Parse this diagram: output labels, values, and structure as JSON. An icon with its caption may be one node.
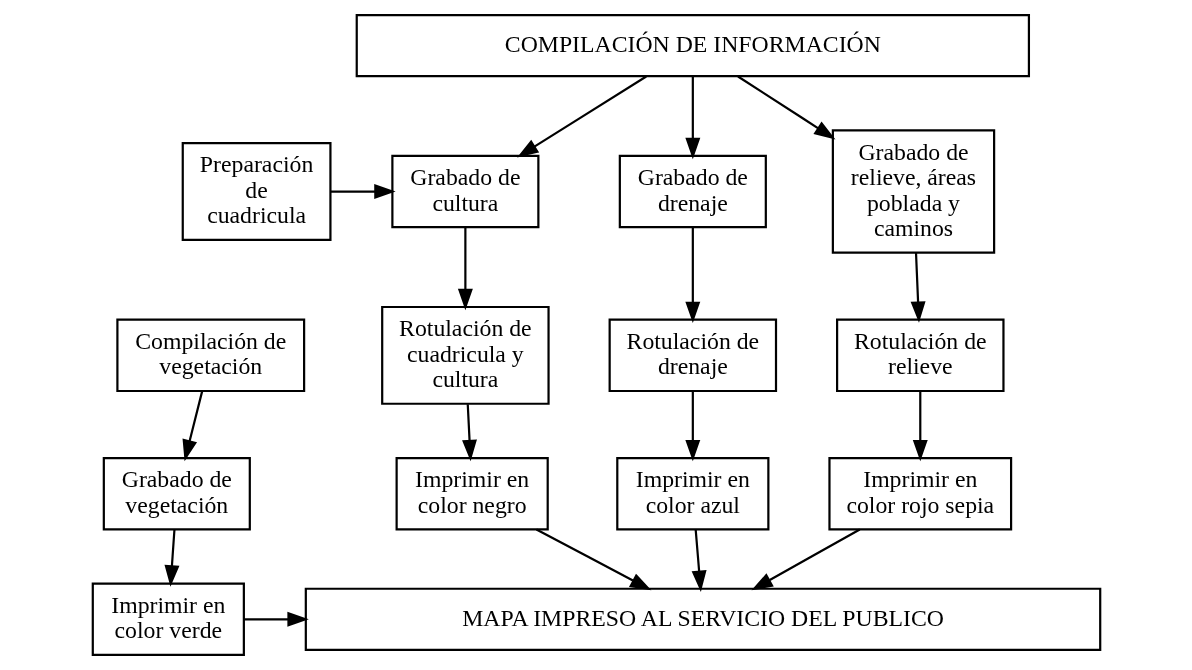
{
  "diagram": {
    "nodes": [
      {
        "text": [
          "COMPILACIÓN DE INFORMACIÓN"
        ]
      },
      {
        "text": [
          "Preparación de cuadricula"
        ]
      },
      {
        "text": [
          "Grabado de cultura"
        ]
      },
      {
        "text": [
          "Grabado de drenaje"
        ]
      },
      {
        "text": [
          "Grabado de relieve, áreas poblada y caminos"
        ]
      },
      {
        "text": [
          "Compilación de vegetación"
        ]
      },
      {
        "text": [
          "Rotulación de cuadricula y cultura"
        ]
      },
      {
        "text": [
          "Rotulación de drenaje"
        ]
      },
      {
        "text": [
          "Rotulación de relieve"
        ]
      },
      {
        "text": [
          "Grabado de vegetación"
        ]
      },
      {
        "text": [
          "Imprimir en color negro"
        ]
      },
      {
        "text": [
          "Imprimir en color azul"
        ]
      },
      {
        "text": [
          "Imprimir en color rojo sepia"
        ]
      },
      {
        "text": [
          "Imprimir en color verde"
        ]
      },
      {
        "text": [
          "MAPA IMPRESO AL SERVICIO DEL PUBLICO"
        ]
      }
    ],
    "edges": [
      {
        "from": 0,
        "to": 2,
        "arrow": "to"
      },
      {
        "from": 0,
        "to": 3,
        "arrow": "to"
      },
      {
        "from": 0,
        "to": 4,
        "arrow": "to"
      },
      {
        "from": 1,
        "to": 2,
        "arrow": "to"
      },
      {
        "from": 2,
        "to": 6,
        "arrow": "to"
      },
      {
        "from": 3,
        "to": 7,
        "arrow": "to"
      },
      {
        "from": 4,
        "to": 8,
        "arrow": "to"
      },
      {
        "from": 5,
        "to": 9,
        "arrow": "to"
      },
      {
        "from": 6,
        "to": 10,
        "arrow": "to"
      },
      {
        "from": 7,
        "to": 11,
        "arrow": "to"
      },
      {
        "from": 8,
        "to": 12,
        "arrow": "to"
      },
      {
        "from": 9,
        "to": 13,
        "arrow": "to"
      },
      {
        "from": 10,
        "to": 14,
        "arrow": "to"
      },
      {
        "from": 11,
        "to": 14,
        "arrow": "to"
      },
      {
        "from": 12,
        "to": 14,
        "arrow": "to"
      },
      {
        "from": 13,
        "to": 14,
        "arrow": "to"
      }
    ]
  }
}
